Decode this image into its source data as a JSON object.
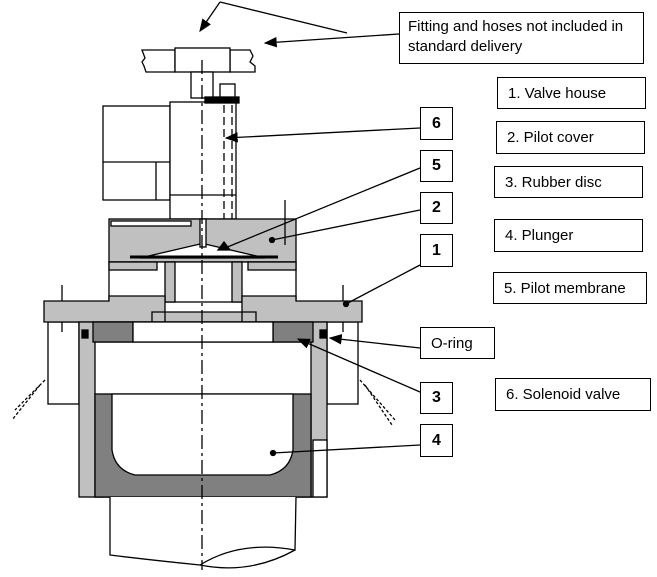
{
  "note": "Fitting and hoses not included in standard delivery",
  "callouts": [
    "6",
    "5",
    "2",
    "1",
    "O-ring",
    "3",
    "4"
  ],
  "legend": [
    "1. Valve house",
    "2. Pilot cover",
    "3. Rubber disc",
    "4. Plunger",
    "5. Pilot membrane",
    "6. Solenoid valve"
  ],
  "colors": {
    "light_grey": "#c0c0c0",
    "dark_grey": "#808080",
    "line": "#000000"
  }
}
